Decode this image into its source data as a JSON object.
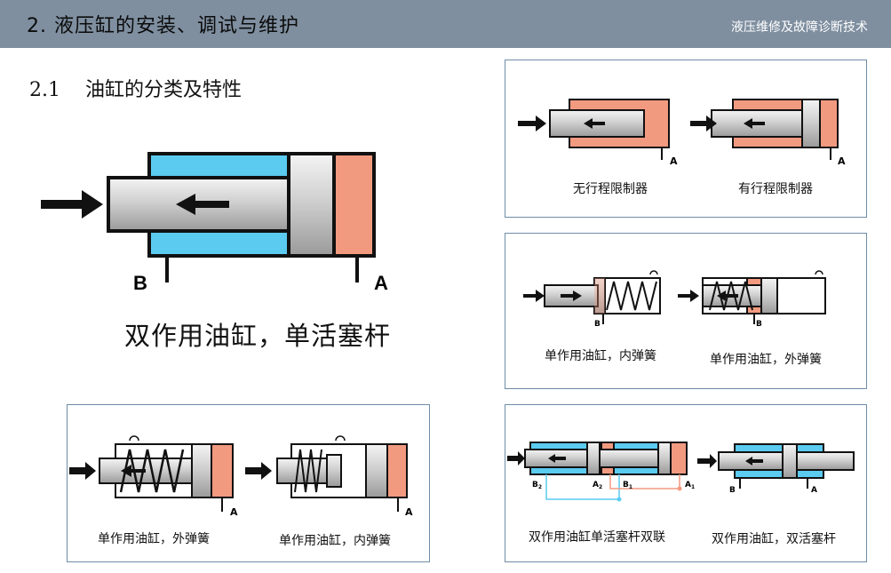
{
  "header": {
    "title": "2. 液压缸的安装、调试与维护",
    "subtitle": "液压维修及故障诊断技术"
  },
  "section": {
    "number": "2.1",
    "title": "油缸的分类及特性"
  },
  "main_diagram": {
    "caption": "双作用油缸，单活塞杆",
    "port_b": "B",
    "port_a": "A"
  },
  "panels": {
    "limiter": {
      "left_caption": "无行程限制器",
      "right_caption": "有行程限制器",
      "port": "A"
    },
    "spring_right": {
      "left_caption": "单作用油缸，内弹簧",
      "right_caption": "单作用油缸，外弹簧",
      "port": "B"
    },
    "spring_bottom": {
      "left_caption": "单作用油缸，外弹簧",
      "right_caption": "单作用油缸，内弹簧",
      "port": "A"
    },
    "double": {
      "left_caption": "双作用油缸单活塞杆双联",
      "right_caption": "双作用油缸，双活塞杆",
      "p_b2": "B",
      "p_b2_sub": "2",
      "p_a2": "A",
      "p_a2_sub": "2",
      "p_b1": "B",
      "p_b1_sub": "1",
      "p_a1": "A",
      "p_a1_sub": "1",
      "port_b": "B",
      "port_a": "A"
    }
  },
  "colors": {
    "header_bg": "#7f8fa0",
    "cylinder_blue": "#5bcbf0",
    "cylinder_salmon": "#f29a80",
    "panel_border": "#6f8da8"
  }
}
